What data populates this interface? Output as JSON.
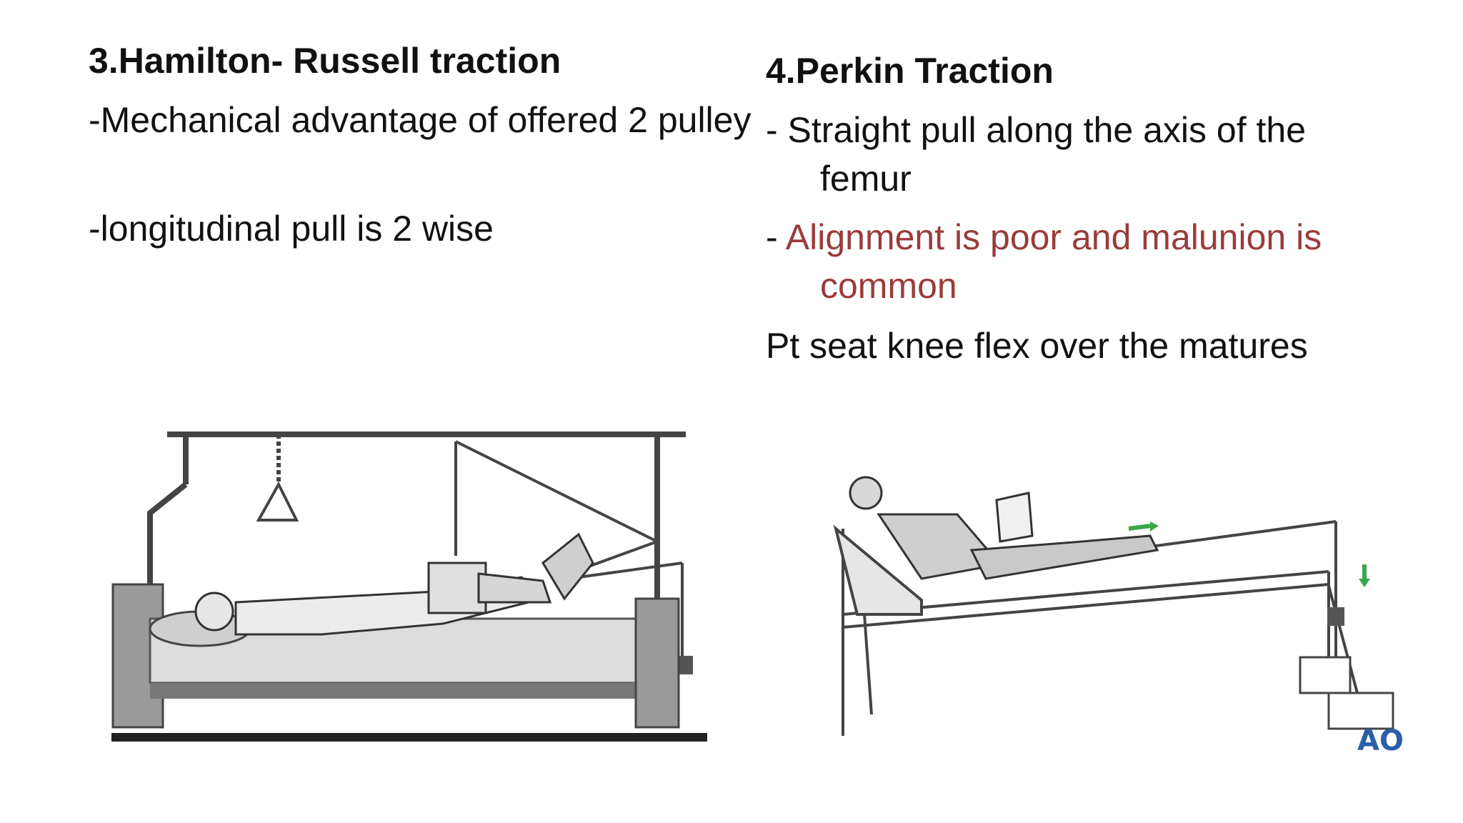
{
  "left": {
    "heading": "3.Hamilton- Russell traction",
    "bullets": [
      "-Mechanical advantage of  offered 2 pulley",
      "-longitudinal pull is 2 wise"
    ]
  },
  "right": {
    "heading": "4.Perkin Traction",
    "bullets": [
      {
        "prefix": "- ",
        "text": "Straight pull along the axis of the femur"
      },
      {
        "prefix": "- ",
        "text": "Alignment is poor and malunion is common"
      }
    ],
    "note": "Pt seat knee flex over the matures"
  },
  "figures": {
    "hamilton": {
      "icon": "hamilton-russell-traction-illustration"
    },
    "perkin": {
      "icon": "perkin-traction-illustration",
      "logo_text": "AO",
      "logo_color": "#2a5fa8"
    }
  },
  "colors": {
    "text": "#111111",
    "emphasis": "#9b3b3b",
    "arrow": "#3aa84a"
  }
}
